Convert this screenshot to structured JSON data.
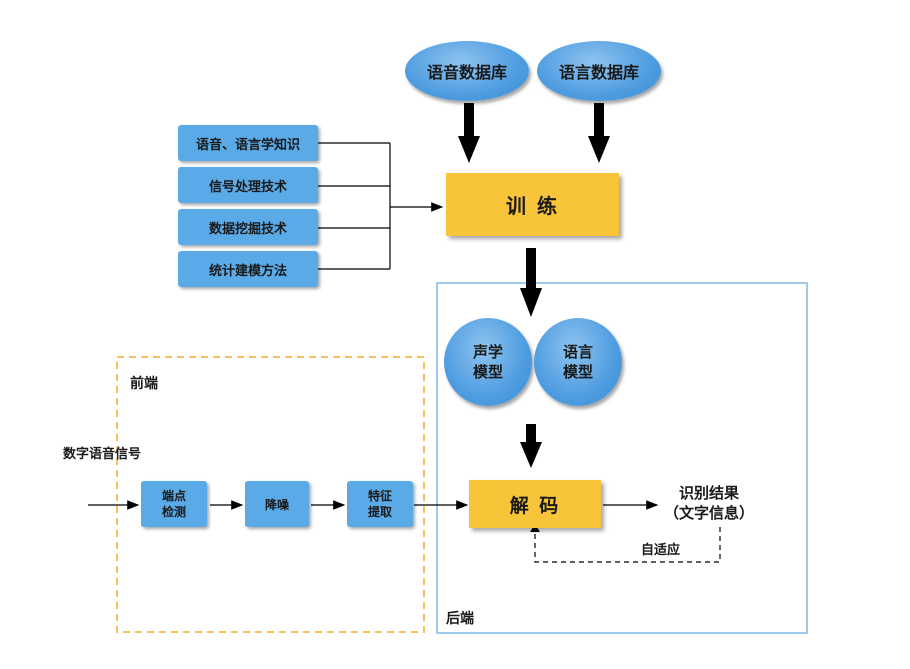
{
  "databases": {
    "speech": "语音数据库",
    "language": "语言数据库"
  },
  "knowledge": [
    "语音、语言学知识",
    "信号处理技术",
    "数据挖掘技术",
    "统计建模方法"
  ],
  "training": "训 练",
  "models": {
    "acoustic": "声学\n模型",
    "language": "语言\n模型"
  },
  "frontend": {
    "title": "前端",
    "input": "数字语音信号",
    "steps": [
      "端点\n检测",
      "降噪",
      "特征\n提取"
    ]
  },
  "decoding": "解 码",
  "result": "识别结果\n（文字信息）",
  "adaptive": "自适应",
  "backend": {
    "title": "后端"
  },
  "colors": {
    "blue_box": "#5aaae8",
    "yellow_box": "#f8c43a",
    "frontend_border": "#f5c060",
    "backend_border": "#9cc8ec"
  }
}
